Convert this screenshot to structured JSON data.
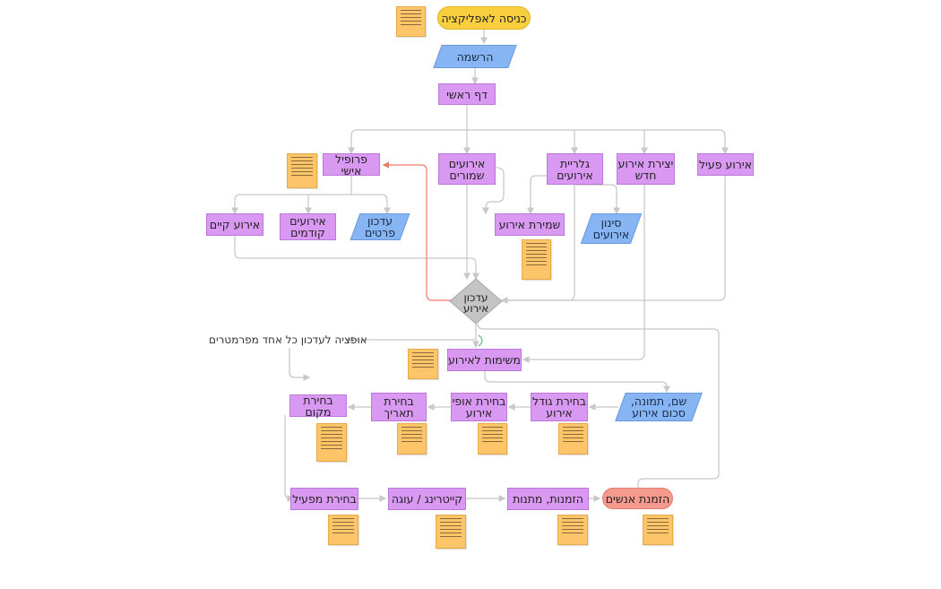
{
  "nodes": {
    "entry": "כניסה לאפליקציה",
    "register": "הרשמה",
    "home": "דף ראשי",
    "active_event": "אירוע פעיל",
    "create_event_line1": "יצירת אירוע",
    "create_event_line2": "חדש",
    "gallery_line1": "גלריית",
    "gallery_line2": "אירועים",
    "saved_line1": "אירועים",
    "saved_line2": "שמורים",
    "profile": "פרופיל אישי",
    "filter_line1": "סינון",
    "filter_line2": "אירועים",
    "save_event": "שמירת אירוע",
    "update_details_line1": "עדכון",
    "update_details_line2": "פרטים",
    "prev_events_line1": "אירועים",
    "prev_events_line2": "קודמים",
    "existing_event": "אירוע קיים",
    "update_event_line1": "עדכון",
    "update_event_line2": "אירוע",
    "event_tasks": "משימות לאירוע",
    "name_pic_line1": "שם, תמונה,",
    "name_pic_line2": "סכום אירוע",
    "size_line1": "בחירת גודל",
    "size_line2": "אירוע",
    "type_line1": "בחירת אופי",
    "type_line2": "אירוע",
    "date_line1": "בחירת",
    "date_line2": "תאריך",
    "place": "בחירת מקום",
    "invite_people": "הזמנת אנשים",
    "gifts": "הזמנות, מתנות",
    "catering": "קייטרינג / עוגה",
    "performer": "בחירת מפעיל"
  },
  "annotations": {
    "update_option": "אופציה לעדכון כל אחד מפרמטרים"
  },
  "colors": {
    "process": "#d998f2",
    "io": "#87b4f3",
    "terminal": "#f9cf3f",
    "terminal_alt": "#f79a8e",
    "decision": "#c4c4c4",
    "note": "#fcc56a",
    "connector": "#c8c8c8",
    "connector_red": "#ef7a6a",
    "connector_green": "#4fc27a"
  },
  "legend_shapes": {
    "note_icon": "sticky-note-icon"
  }
}
